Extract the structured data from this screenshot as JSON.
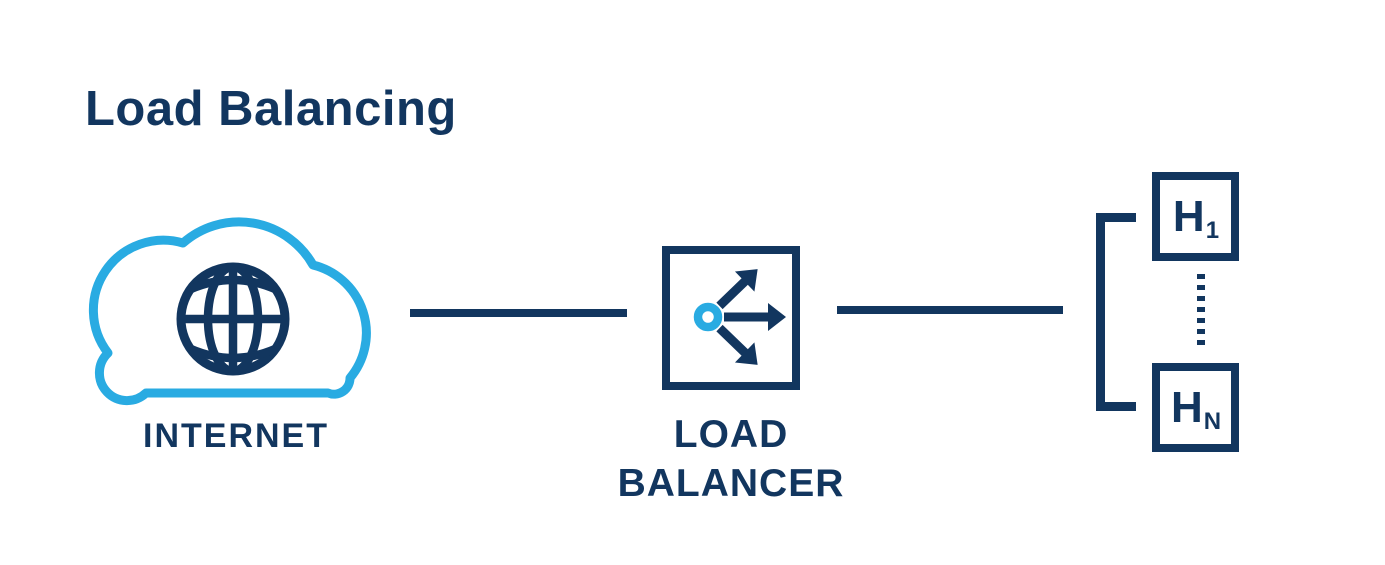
{
  "title": "Load Balancing",
  "colors": {
    "navy": "#12365F",
    "light_blue": "#29ABE2",
    "background": "#FFFFFF"
  },
  "diagram": {
    "internet": {
      "label": "INTERNET",
      "icon": "cloud-globe-icon"
    },
    "load_balancer": {
      "label_lines": [
        "LOAD",
        "BALANCER"
      ],
      "icon": "distribution-arrows-icon"
    },
    "hosts": {
      "bracket_icon": "group-bracket",
      "separator_icon": "vertical-dots-ellipsis",
      "items": [
        {
          "name": "H1",
          "base": "H",
          "sub": "1"
        },
        {
          "name": "HN",
          "base": "H",
          "sub": "N"
        }
      ]
    },
    "connections": [
      {
        "from": "internet",
        "to": "load_balancer",
        "style": "solid-line"
      },
      {
        "from": "load_balancer",
        "to": "hosts",
        "style": "solid-line"
      }
    ]
  }
}
